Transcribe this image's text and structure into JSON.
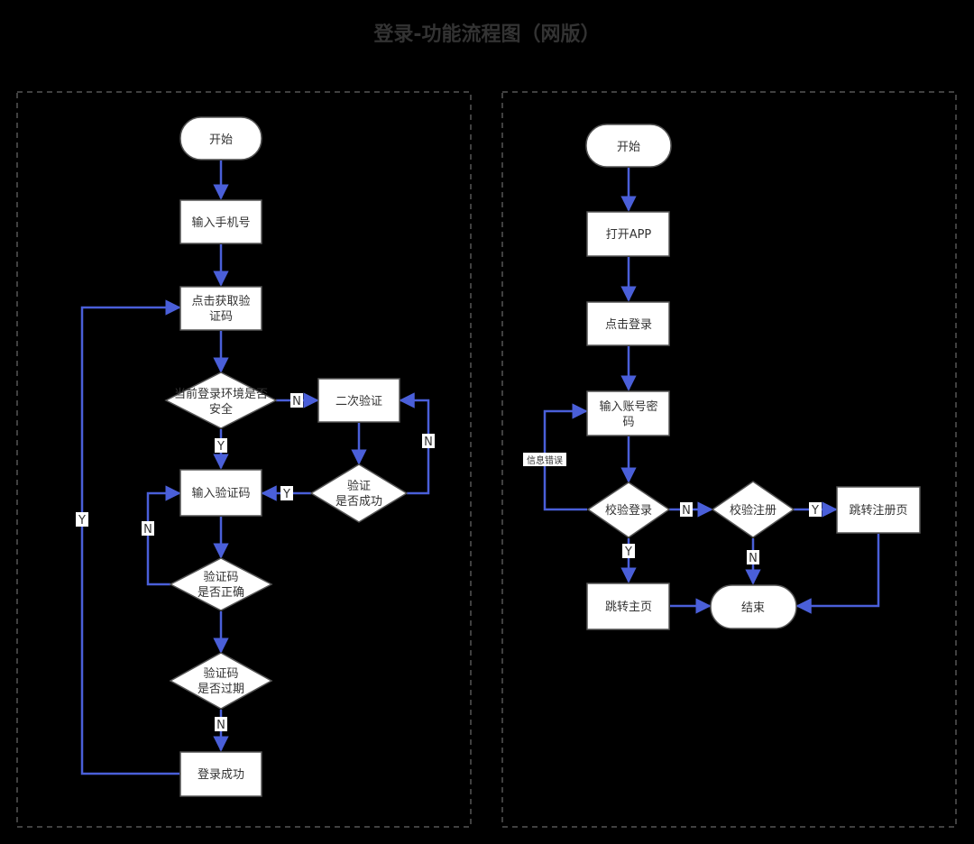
{
  "title": "登录-功能流程图（网版）",
  "colors": {
    "background": "#000000",
    "node_fill": "#ffffff",
    "node_stroke": "#555555",
    "edge": "#4a5fd9",
    "text": "#333333",
    "frame": "#555555"
  },
  "left": {
    "start": [
      "开始"
    ],
    "enter_phone": [
      "输入手机号"
    ],
    "get_code": [
      "点击获取验",
      "证码"
    ],
    "env_safe": [
      "当前登录环境是否",
      "安全"
    ],
    "second_verify": [
      "二次验证"
    ],
    "verify_ok": [
      "验证",
      "是否成功"
    ],
    "enter_code": [
      "输入验证码"
    ],
    "code_correct": [
      "验证码",
      "是否正确"
    ],
    "code_expired": [
      "验证码",
      "是否过期"
    ],
    "login_success": [
      "登录成功"
    ],
    "labels": {
      "env_no": "N",
      "env_yes": "Y",
      "verify_no": "N",
      "verify_yes": "Y",
      "correct_no": "N",
      "expired_no": "N",
      "loop_yes": "Y"
    }
  },
  "right": {
    "start": [
      "开始"
    ],
    "open_app": [
      "打开APP"
    ],
    "click_login": [
      "点击登录"
    ],
    "enter_account": [
      "输入账号密",
      "码"
    ],
    "check_login": [
      "校验登录"
    ],
    "check_register": [
      "校验注册"
    ],
    "goto_register": [
      "跳转注册页"
    ],
    "goto_home": [
      "跳转主页"
    ],
    "end": [
      "结束"
    ],
    "labels": {
      "login_no": "N",
      "register_yes": "Y",
      "register_no": "N",
      "login_yes": "Y",
      "info_error": "信息错误"
    }
  }
}
